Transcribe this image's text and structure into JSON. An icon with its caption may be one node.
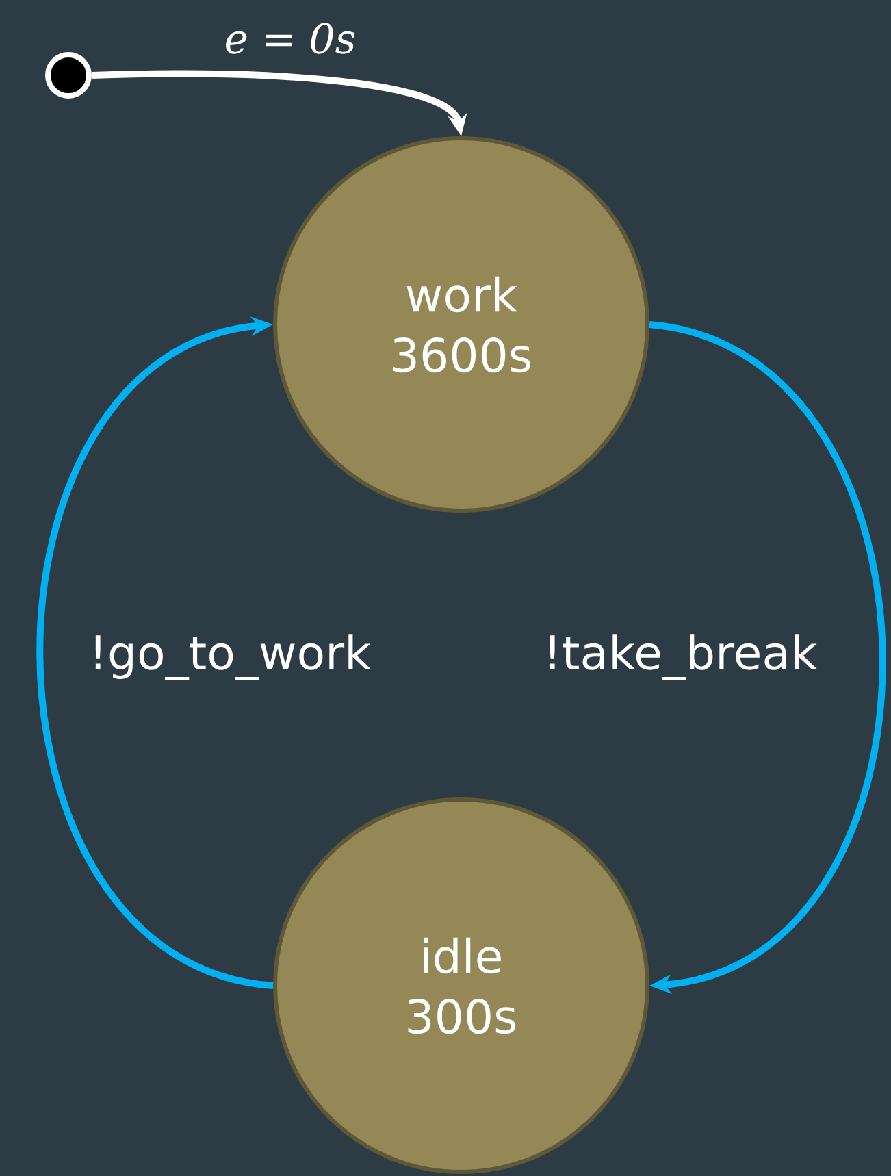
{
  "diagram": {
    "nodes": [
      {
        "text": [],
        "shape": "circle"
      },
      {
        "text": [
          "work",
          "3600s"
        ]
      },
      {
        "text": [
          "idle",
          "300s"
        ]
      }
    ],
    "edges": [
      {
        "from": 0,
        "to": 1,
        "arrow": "to",
        "label": "e = 0s",
        "color": "#ffffff"
      },
      {
        "from": 1,
        "to": 2,
        "arrow": "to",
        "label": "!take_break"
      },
      {
        "from": 2,
        "to": 1,
        "arrow": "to",
        "label": "!go_to_work"
      }
    ]
  }
}
